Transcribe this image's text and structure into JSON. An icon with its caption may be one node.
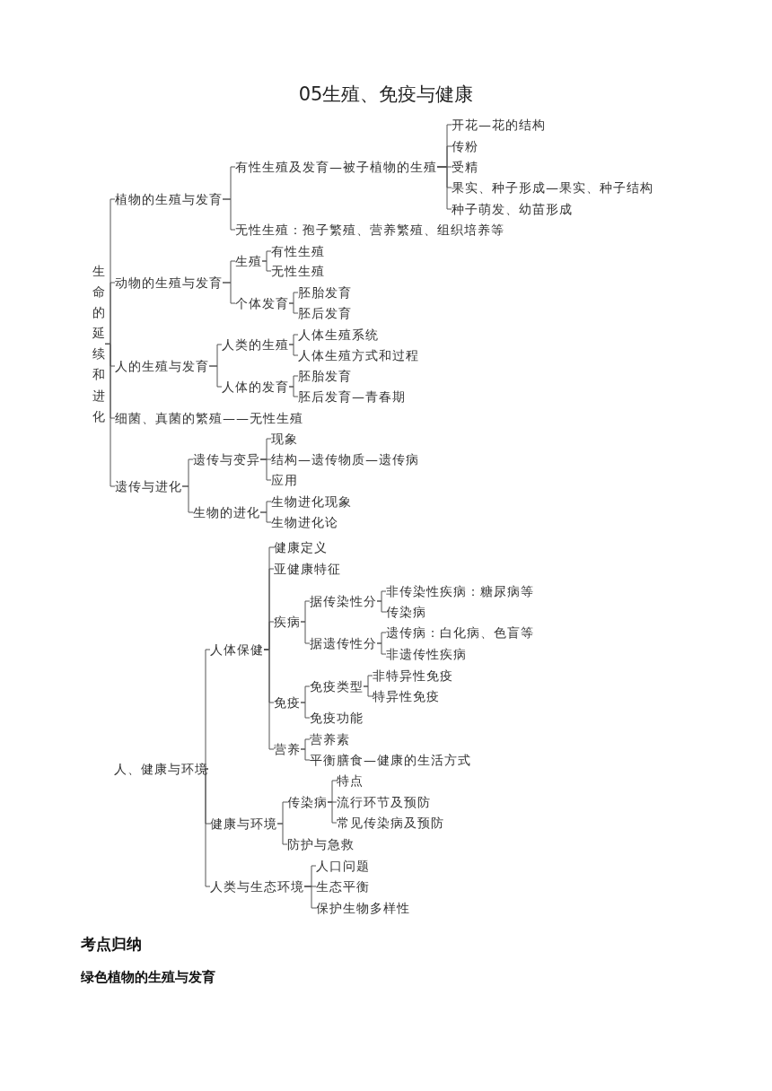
{
  "diagram": {
    "title": "05生殖、免疫与健康",
    "nodes": [
      {
        "text": [
          "生命的延续和进化"
        ]
      },
      {
        "text": [
          "植物的生殖与发育"
        ]
      },
      {
        "text": [
          "有性生殖及发育—被子植物的生殖"
        ]
      },
      {
        "text": [
          "开花—花的结构"
        ]
      },
      {
        "text": [
          "传粉"
        ]
      },
      {
        "text": [
          "受精"
        ]
      },
      {
        "text": [
          "果实、种子形成—果实、种子结构"
        ]
      },
      {
        "text": [
          "种子萌发、幼苗形成"
        ]
      },
      {
        "text": [
          "无性生殖：孢子繁殖、营养繁殖、组织培养等"
        ]
      },
      {
        "text": [
          "动物的生殖与发育"
        ]
      },
      {
        "text": [
          "生殖"
        ]
      },
      {
        "text": [
          "有性生殖"
        ]
      },
      {
        "text": [
          "无性生殖"
        ]
      },
      {
        "text": [
          "个体发育"
        ]
      },
      {
        "text": [
          "胚胎发育"
        ]
      },
      {
        "text": [
          "胚后发育"
        ]
      },
      {
        "text": [
          "人的生殖与发育"
        ]
      },
      {
        "text": [
          "人类的生殖"
        ]
      },
      {
        "text": [
          "人体生殖系统"
        ]
      },
      {
        "text": [
          "人体生殖方式和过程"
        ]
      },
      {
        "text": [
          "人体的发育"
        ]
      },
      {
        "text": [
          "胚胎发育"
        ]
      },
      {
        "text": [
          "胚后发育—青春期"
        ]
      },
      {
        "text": [
          "细菌、真菌的繁殖——无性生殖"
        ]
      },
      {
        "text": [
          "遗传与进化"
        ]
      },
      {
        "text": [
          "遗传与变异"
        ]
      },
      {
        "text": [
          "现象"
        ]
      },
      {
        "text": [
          "结构—遗传物质—遗传病"
        ]
      },
      {
        "text": [
          "应用"
        ]
      },
      {
        "text": [
          "生物的进化"
        ]
      },
      {
        "text": [
          "生物进化现象"
        ]
      },
      {
        "text": [
          "生物进化论"
        ]
      },
      {
        "text": [
          "人、健康与环境"
        ]
      },
      {
        "text": [
          "人体保健"
        ]
      },
      {
        "text": [
          "健康定义"
        ]
      },
      {
        "text": [
          "亚健康特征"
        ]
      },
      {
        "text": [
          "疾病"
        ]
      },
      {
        "text": [
          "据传染性分"
        ]
      },
      {
        "text": [
          "非传染性疾病：糖尿病等"
        ]
      },
      {
        "text": [
          "传染病"
        ]
      },
      {
        "text": [
          "据遗传性分"
        ]
      },
      {
        "text": [
          "遗传病：白化病、色盲等"
        ]
      },
      {
        "text": [
          "非遗传性疾病"
        ]
      },
      {
        "text": [
          "免疫"
        ]
      },
      {
        "text": [
          "免疫类型"
        ]
      },
      {
        "text": [
          "非特异性免疫"
        ]
      },
      {
        "text": [
          "特异性免疫"
        ]
      },
      {
        "text": [
          "免疫功能"
        ]
      },
      {
        "text": [
          "营养"
        ]
      },
      {
        "text": [
          "营养素"
        ]
      },
      {
        "text": [
          "平衡膳食—健康的生活方式"
        ]
      },
      {
        "text": [
          "健康与环境"
        ]
      },
      {
        "text": [
          "传染病"
        ]
      },
      {
        "text": [
          "特点"
        ]
      },
      {
        "text": [
          "流行环节及预防"
        ]
      },
      {
        "text": [
          "常见传染病及预防"
        ]
      },
      {
        "text": [
          "防护与急救"
        ]
      },
      {
        "text": [
          "人类与生态环境"
        ]
      },
      {
        "text": [
          "人口问题"
        ]
      },
      {
        "text": [
          "生态平衡"
        ]
      },
      {
        "text": [
          "保护生物多样性"
        ]
      }
    ],
    "edges": [
      {
        "from": 0,
        "to": 1,
        "arrow": "none"
      },
      {
        "from": 0,
        "to": 9,
        "arrow": "none"
      },
      {
        "from": 0,
        "to": 16,
        "arrow": "none"
      },
      {
        "from": 0,
        "to": 23,
        "arrow": "none"
      },
      {
        "from": 0,
        "to": 24,
        "arrow": "none"
      },
      {
        "from": 1,
        "to": 2,
        "arrow": "none"
      },
      {
        "from": 1,
        "to": 8,
        "arrow": "none"
      },
      {
        "from": 2,
        "to": 3,
        "arrow": "none"
      },
      {
        "from": 2,
        "to": 4,
        "arrow": "none"
      },
      {
        "from": 2,
        "to": 5,
        "arrow": "none"
      },
      {
        "from": 2,
        "to": 6,
        "arrow": "none"
      },
      {
        "from": 2,
        "to": 7,
        "arrow": "none"
      },
      {
        "from": 9,
        "to": 10,
        "arrow": "none"
      },
      {
        "from": 9,
        "to": 13,
        "arrow": "none"
      },
      {
        "from": 10,
        "to": 11,
        "arrow": "none"
      },
      {
        "from": 10,
        "to": 12,
        "arrow": "none"
      },
      {
        "from": 13,
        "to": 14,
        "arrow": "none"
      },
      {
        "from": 13,
        "to": 15,
        "arrow": "none"
      },
      {
        "from": 16,
        "to": 17,
        "arrow": "none"
      },
      {
        "from": 16,
        "to": 20,
        "arrow": "none"
      },
      {
        "from": 17,
        "to": 18,
        "arrow": "none"
      },
      {
        "from": 17,
        "to": 19,
        "arrow": "none"
      },
      {
        "from": 20,
        "to": 21,
        "arrow": "none"
      },
      {
        "from": 20,
        "to": 22,
        "arrow": "none"
      },
      {
        "from": 24,
        "to": 25,
        "arrow": "none"
      },
      {
        "from": 24,
        "to": 29,
        "arrow": "none"
      },
      {
        "from": 25,
        "to": 26,
        "arrow": "none"
      },
      {
        "from": 25,
        "to": 27,
        "arrow": "none"
      },
      {
        "from": 25,
        "to": 28,
        "arrow": "none"
      },
      {
        "from": 29,
        "to": 30,
        "arrow": "none"
      },
      {
        "from": 29,
        "to": 31,
        "arrow": "none"
      },
      {
        "from": 32,
        "to": 33,
        "arrow": "none"
      },
      {
        "from": 32,
        "to": 51,
        "arrow": "none"
      },
      {
        "from": 32,
        "to": 57,
        "arrow": "none"
      },
      {
        "from": 33,
        "to": 34,
        "arrow": "none"
      },
      {
        "from": 33,
        "to": 35,
        "arrow": "none"
      },
      {
        "from": 33,
        "to": 36,
        "arrow": "none"
      },
      {
        "from": 33,
        "to": 43,
        "arrow": "none"
      },
      {
        "from": 33,
        "to": 48,
        "arrow": "none"
      },
      {
        "from": 36,
        "to": 37,
        "arrow": "none"
      },
      {
        "from": 36,
        "to": 40,
        "arrow": "none"
      },
      {
        "from": 37,
        "to": 38,
        "arrow": "none"
      },
      {
        "from": 37,
        "to": 39,
        "arrow": "none"
      },
      {
        "from": 40,
        "to": 41,
        "arrow": "none"
      },
      {
        "from": 40,
        "to": 42,
        "arrow": "none"
      },
      {
        "from": 43,
        "to": 44,
        "arrow": "none"
      },
      {
        "from": 43,
        "to": 47,
        "arrow": "none"
      },
      {
        "from": 44,
        "to": 45,
        "arrow": "none"
      },
      {
        "from": 44,
        "to": 46,
        "arrow": "none"
      },
      {
        "from": 48,
        "to": 49,
        "arrow": "none"
      },
      {
        "from": 48,
        "to": 50,
        "arrow": "none"
      },
      {
        "from": 51,
        "to": 52,
        "arrow": "none"
      },
      {
        "from": 51,
        "to": 56,
        "arrow": "none"
      },
      {
        "from": 52,
        "to": 53,
        "arrow": "none"
      },
      {
        "from": 52,
        "to": 54,
        "arrow": "none"
      },
      {
        "from": 52,
        "to": 55,
        "arrow": "none"
      },
      {
        "from": 57,
        "to": 58,
        "arrow": "none"
      },
      {
        "from": 57,
        "to": 59,
        "arrow": "none"
      },
      {
        "from": 57,
        "to": 60,
        "arrow": "none"
      }
    ],
    "labels": [
      "考点归纳",
      "绿色植物的生殖与发育"
    ]
  }
}
